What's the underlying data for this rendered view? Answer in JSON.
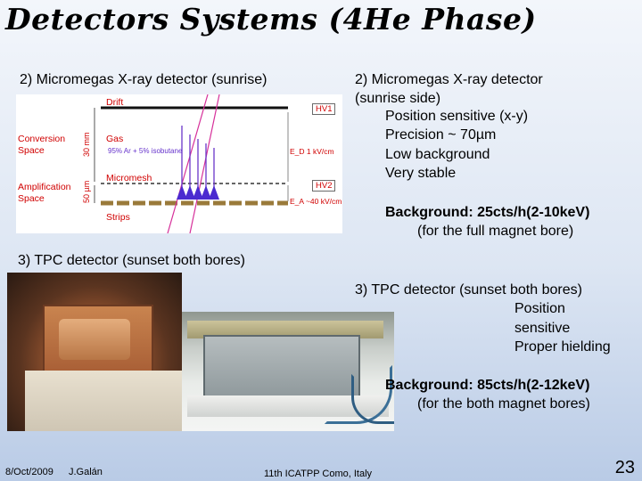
{
  "title": "Detectors Systems (4He Phase)",
  "micromegas": {
    "left_heading": "2) Micromegas X-ray detector (sunrise)",
    "right_heading_line1": "2) Micromegas X-ray detector",
    "right_heading_line2": "(sunrise side)",
    "bullets": [
      "Position sensitive (x-y)",
      "Precision ~ 70µm",
      "Low background",
      "Very stable"
    ],
    "background_line1": "Background: 25cts/h(2-10keV)",
    "background_line2": "(for the full magnet bore)"
  },
  "diagram": {
    "drift": "Drift",
    "conversion": "Conversion",
    "space1": "Space",
    "gas": "Gas",
    "gas_mix": "95% Ar + 5% isobutane",
    "micromesh": "Micromesh",
    "amplification": "Amplification",
    "space2": "Space",
    "strips": "Strips",
    "hv1": "HV1",
    "hv2": "HV2",
    "dim_drift": "30 mm",
    "dim_amp": "50 µm",
    "field_drift": "E_D 1 kV/cm",
    "field_amp": "E_A ~40 kV/cm"
  },
  "tpc": {
    "left_heading": "3) TPC detector (sunset both bores)",
    "right_heading": "3) TPC detector (sunset both bores)",
    "bullets": [
      "Position",
      "sensitive",
      "Proper hielding"
    ],
    "background_line1": "Background: 85cts/h(2-12keV)",
    "background_line2": "(for the both magnet bores)"
  },
  "footer": {
    "date": "8/Oct/2009",
    "author": "J.Galán",
    "conference": "11th ICATPP Como, Italy",
    "page": "23"
  }
}
